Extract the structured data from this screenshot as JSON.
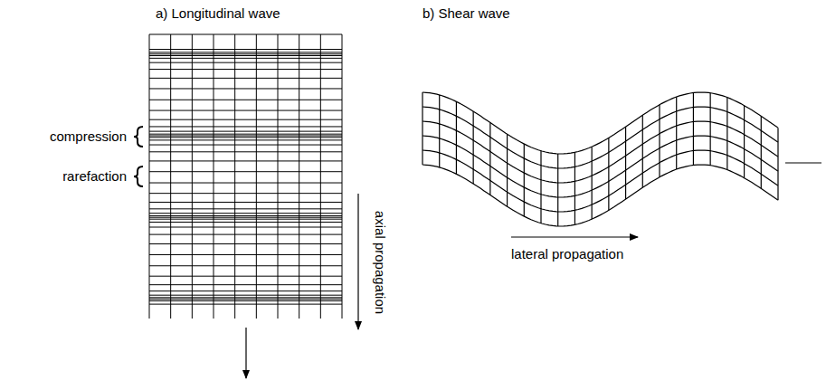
{
  "diagram": {
    "labels": [
      "a) Longitudinal wave",
      "b) Shear wave",
      "compression",
      "rarefaction",
      "axial propagation",
      "lateral propagation"
    ]
  }
}
